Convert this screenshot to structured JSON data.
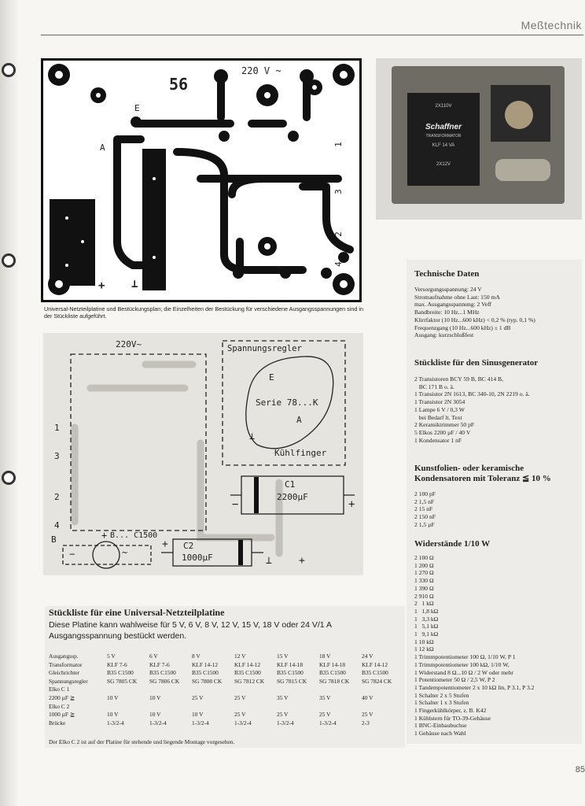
{
  "header": {
    "section": "Meßtechnik"
  },
  "pcb": {
    "number": "56",
    "voltage": "220 V ~",
    "label_e": "E",
    "label_a": "A",
    "label_1": "1",
    "label_2": "2",
    "label_3": "3",
    "label_4": "4",
    "plus": "+",
    "ground": "⊥",
    "tilde": "~"
  },
  "pcb_caption": "Universal-Netzteilplatine und Bestückungsplan; die Einzelheiten der Bestückung für verschiedene Ausgangsspannungen sind in der Stückliste aufgeführt.",
  "layout": {
    "voltage": "220V~",
    "regulator_title": "Spannungsregler",
    "reg_e": "E",
    "reg_series": "Serie 78...K",
    "reg_a": "A",
    "reg_ground": "⊥",
    "heatsink": "Kühlfinger",
    "c1_name": "C1",
    "c1_value": "2200µF",
    "c2_name": "C2",
    "c2_value": "1000µF",
    "bridge": "B... C1500",
    "b_label": "B",
    "plus": "+",
    "minus": "−",
    "tilde": "~",
    "ground": "⊥",
    "pin1": "1",
    "pin2": "2",
    "pin3": "3",
    "pin4": "4"
  },
  "photo": {
    "label_top": "2X110V",
    "brand": "Schaffner",
    "brand_sub": "TRANSFORMATOR",
    "model": "KLF 14 VA",
    "label_bottom": "2X12V"
  },
  "tech": {
    "title": "Technische Daten",
    "lines": [
      "Versorgungsspannung: 24 V",
      "Stromaufnahme ohne Last: 150 mA",
      "max. Ausgangsspannung: 2 Veff",
      "Bandbreite: 10 Hz...1 MHz",
      "Klirrfaktor (10 Hz...600 kHz) < 0,2 % (typ. 0,1 %)",
      "Frequenzgang (10 Hz...600 kHz) ± 1 dB",
      "Ausgang: kurzschlußfest"
    ],
    "sinus_title": "Stückliste für den Sinusgenerator",
    "sinus_lines": [
      "2 Transistoren BCY 59 B, BC 414 B,",
      "   BC 171 B o. ä.",
      "1 Transistor 2N 1613, BC 340-10, 2N 2219 o. ä.",
      "1 Transistor 2N 3054",
      "1 Lampe 6 V / 0,3 W",
      "   bei Bedarf lt. Text",
      "2 Keramiktrimmer 50 pF",
      "5 Elkos 2200 µF / 40 V",
      "1 Kondensator 1 nF"
    ],
    "kond_title": "Kunstfolien- oder keramische Kondensatoren mit Toleranz ≦ 10 %",
    "kond_lines": [
      "2 100 pF",
      "2 1,5 nF",
      "2 15 nF",
      "2 150 nF",
      "2 1,5 µF"
    ],
    "wid_title": "Widerstände 1/10 W",
    "wid_lines": [
      "2 100 Ω",
      "1 200 Ω",
      "1 270 Ω",
      "1 330 Ω",
      "1 390 Ω",
      "2 910 Ω",
      "2   1 kΩ",
      "1   1,8 kΩ",
      "1   3,3 kΩ",
      "1   5,1 kΩ",
      "1   9,1 kΩ",
      "1 10 kΩ",
      "1 12 kΩ",
      "1 Trimmpotentiometer 100 Ω, 1/10 W, P 1",
      "1 Trimmpotentiometer 100 kΩ, 1/10 W,",
      "1 Widerstand 8 Ω...10 Ω / 2 W oder mehr",
      "1 Potentiometer 50 Ω / 2,5 W, P 2",
      "1 Tandempotentiometer 2 x 10 kΩ lin, P 3.1, P 3.2",
      "1 Schalter 2 x 5 Stufen",
      "1 Schalter 1 x 3 Stufen",
      "1 Fingerkühlkörper, z. B. K42",
      "1 Kühlstern für TO-39-Gehäuse",
      "1 BNC-Einbaubuchse",
      "1 Gehäuse nach Wahl"
    ]
  },
  "bottom": {
    "title": "Stückliste für eine Universal-Netzteilplatine",
    "intro": "Diese Platine kann wahlweise für 5 V, 6 V, 8 V, 12 V, 15 V, 18 V oder 24 V/1 A Ausgangsspannung bestückt werden.",
    "rows": [
      [
        "Ausgangssp.",
        "5 V",
        "6 V",
        "8 V",
        "12 V",
        "15 V",
        "18 V",
        "24 V"
      ],
      [
        "Transformator",
        "KLF 7-6",
        "KLF 7-6",
        "KLF 14-12",
        "KLF 14-12",
        "KLF 14-18",
        "KLF 14-18",
        "KLF 14-12"
      ],
      [
        "Gleichrichter",
        "B35 C1500",
        "B35 C1500",
        "B35 C1500",
        "B35 C1500",
        "B35 C1500",
        "B35 C1500",
        "B35 C1500"
      ],
      [
        "Spannungsregler",
        "SG 7805 CK",
        "SG 7806 CK",
        "SG 7808 CK",
        "SG 7812 CK",
        "SG 7815 CK",
        "SG 7818 CK",
        "SG 7824 CK"
      ],
      [
        "Elko C 1",
        "",
        "",
        "",
        "",
        "",
        "",
        ""
      ],
      [
        "2200 µF ≧",
        "10 V",
        "10 V",
        "25 V",
        "25 V",
        "35 V",
        "35 V",
        "40 V"
      ],
      [
        "Elko C 2",
        "",
        "",
        "",
        "",
        "",
        "",
        ""
      ],
      [
        "1000 µF ≧",
        "10 V",
        "10 V",
        "10 V",
        "25 V",
        "25 V",
        "25 V",
        "25 V"
      ],
      [
        "Brücke",
        "1-3/2-4",
        "1-3/2-4",
        "1-3/2-4",
        "1-3/2-4",
        "1-3/2-4",
        "1-3/2-4",
        "2-3"
      ]
    ],
    "note": "Der Elko C 2 ist auf der Platine für stehende und liegende Montage vorgesehen."
  },
  "page": {
    "number": "85"
  }
}
